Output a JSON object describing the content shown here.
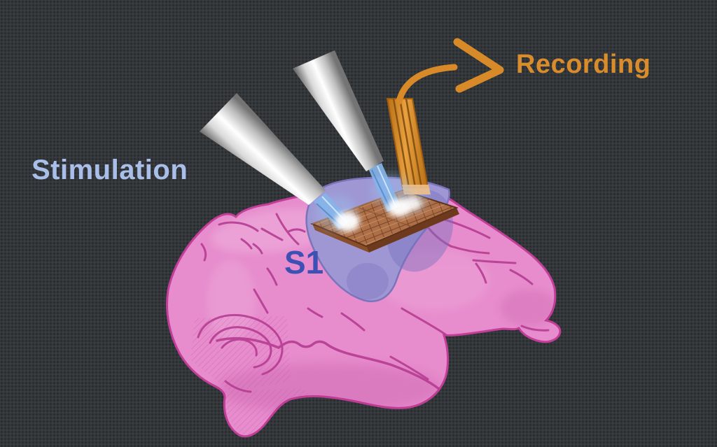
{
  "figure": {
    "labels": {
      "stimulation": "Stimulation",
      "recording": "Recording",
      "region": "S1"
    }
  },
  "colors": {
    "background": "#34383b",
    "stimulation_label": "#a9bfe9",
    "recording_label": "#d98c2b",
    "region_label": "#3d51b5",
    "brain_pink": "#e78ccd",
    "brain_outline": "#c23e98",
    "s1_region_purple": "#9e97d4",
    "electrode_body_silver": "#e8e8e8",
    "electrode_tip_blue": "#85b4e8",
    "glow_white": "#ffffff",
    "recording_array_orange": "#d78d2e",
    "arrow_orange": "#d98a28",
    "electrode_patch_brown": "#ad6f47"
  }
}
